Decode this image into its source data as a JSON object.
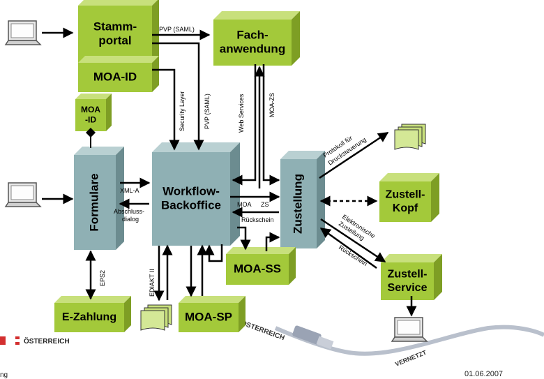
{
  "boxes": {
    "stammportal": [
      "Stamm-",
      "portal"
    ],
    "moa_id_main": "MOA-ID",
    "fachanwendung": [
      "Fach-",
      "anwendung"
    ],
    "moa_id_small": [
      "MOA",
      "-ID"
    ],
    "formulare": "Formulare",
    "workflow": [
      "Workflow-",
      "Backoffice"
    ],
    "zustellung": "Zustellung",
    "zustell_kopf": [
      "Zustell-",
      "Kopf"
    ],
    "zustell_service": [
      "Zustell-",
      "Service"
    ],
    "moa_ss": "MOA-SS",
    "moa_sp": "MOA-SP",
    "e_zahlung": "E-Zahlung"
  },
  "edges": {
    "pvp_saml_top": "PVP (SAML)",
    "security_layer": "Security Layer",
    "pvp_saml_vertical": "PVP (SAML)",
    "web_services": "Web Services",
    "moa_zs_vertical": "MOA-ZS",
    "xml_a": "XML-A",
    "abschluss": [
      "Abschluss-",
      "dialog"
    ],
    "moa": "MOA",
    "zs": "ZS",
    "rueckschein_center": "Rückschein",
    "protokoll": [
      "Protokoll für",
      "Drucksteuerung"
    ],
    "elektronische": [
      "Elektronische",
      "Zustellung"
    ],
    "rueckschein_right": "Rückschein",
    "eps2": "EPS2",
    "ediakt": "EDIAKT II"
  },
  "footer": {
    "logo_text": "ÖSTERREICH",
    "bottom_left": "ng",
    "date": "01.06.2007",
    "stamp_oesterreich": "OSTERREICH",
    "stamp_vernetzt": "VERNETZT"
  },
  "colors": {
    "green_front": "#a3c93a",
    "green_top": "#c8e07c",
    "green_side": "#7e9e24",
    "teal_front": "#8fb0b4",
    "teal_top": "#b9d0d2",
    "teal_side": "#6c8c90"
  },
  "icons": [
    "laptop-icon",
    "document-stack-icon",
    "usb-cable-icon",
    "flag-icon"
  ]
}
